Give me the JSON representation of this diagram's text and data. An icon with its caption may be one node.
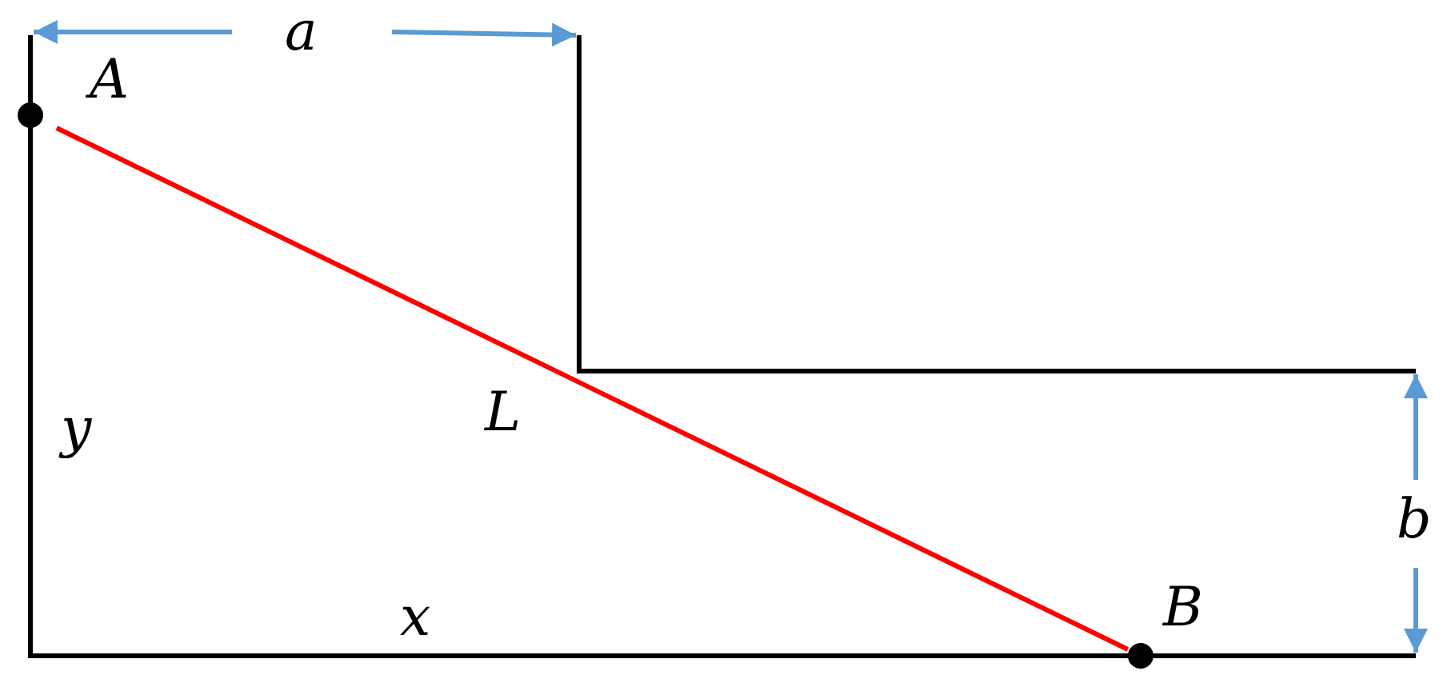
{
  "diagram": {
    "nodes": [
      {
        "text": [
          "A"
        ]
      },
      {
        "text": [
          "B"
        ]
      }
    ],
    "edges": [
      {
        "from": 0,
        "to": 1,
        "arrow": "none",
        "label": "L"
      }
    ],
    "labels": [
      "a",
      "y",
      "b",
      "x"
    ]
  }
}
